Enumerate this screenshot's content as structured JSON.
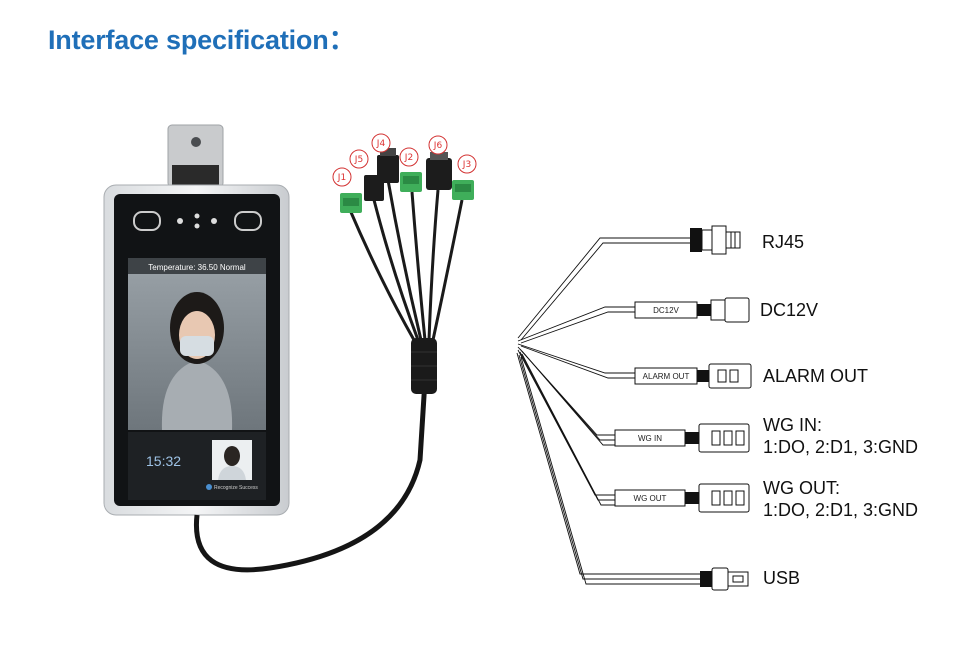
{
  "title": "Interface specification：",
  "device": {
    "temperature_banner": "Temperature: 36.50  Normal",
    "clock": "15:32",
    "status": "Recognize Success"
  },
  "connector_ids": [
    "J1",
    "J5",
    "J4",
    "J2",
    "J6",
    "J3"
  ],
  "ports": [
    {
      "label": "RJ45",
      "tag": ""
    },
    {
      "label": "DC12V",
      "tag": "DC12V"
    },
    {
      "label": "ALARM OUT",
      "tag": "ALARM OUT"
    },
    {
      "label": "WG IN:",
      "sub": "1:DO, 2:D1, 3:GND",
      "tag": "WG IN"
    },
    {
      "label": "WG OUT:",
      "sub": "1:DO, 2:D1, 3:GND",
      "tag": "WG OUT"
    },
    {
      "label": "USB",
      "tag": ""
    }
  ],
  "colors": {
    "title": "#1f6fb8",
    "connector_label": "#d33333",
    "connector_green": "#3fae5a"
  }
}
